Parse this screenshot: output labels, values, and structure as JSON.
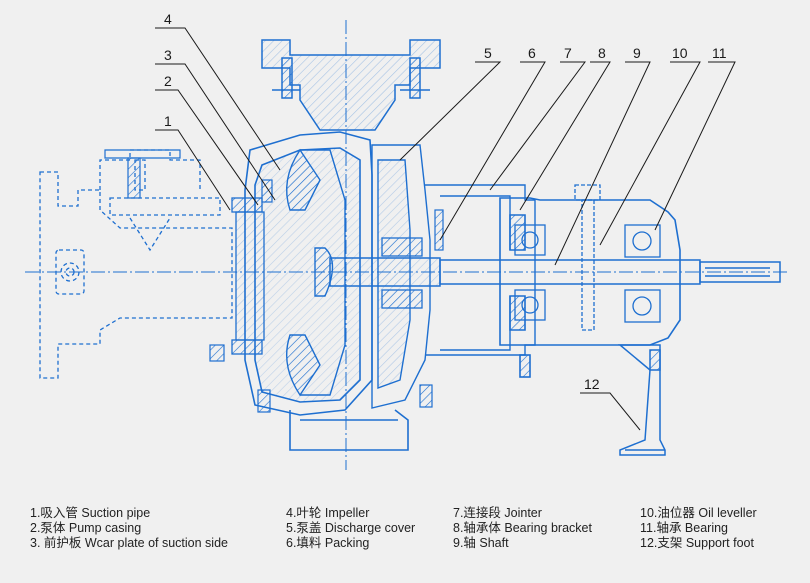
{
  "callouts": [
    {
      "num": "1"
    },
    {
      "num": "2"
    },
    {
      "num": "3"
    },
    {
      "num": "4"
    },
    {
      "num": "5"
    },
    {
      "num": "6"
    },
    {
      "num": "7"
    },
    {
      "num": "8"
    },
    {
      "num": "9"
    },
    {
      "num": "10"
    },
    {
      "num": "11"
    },
    {
      "num": "12"
    }
  ],
  "legend": {
    "col1": [
      "1.吸入管 Suction pipe",
      "2.泵体 Pump casing",
      "3. 前护板 Wcar plate of suction side"
    ],
    "col2": [
      "4.叶轮 Impeller",
      "5.泵盖 Discharge cover",
      "6.填料 Packing"
    ],
    "col3": [
      "7.连接段 Jointer",
      "8.轴承体 Bearing bracket",
      "9.轴  Shaft"
    ],
    "col4": [
      "10.油位器 Oil leveller",
      "11.轴承 Bearing",
      "12.支架 Support foot"
    ]
  },
  "colors": {
    "line_blue": "#1e6fd0",
    "hatch_blue": "#1e6fd0",
    "leader": "#1a1a1a",
    "background": "#f0f0f0"
  }
}
